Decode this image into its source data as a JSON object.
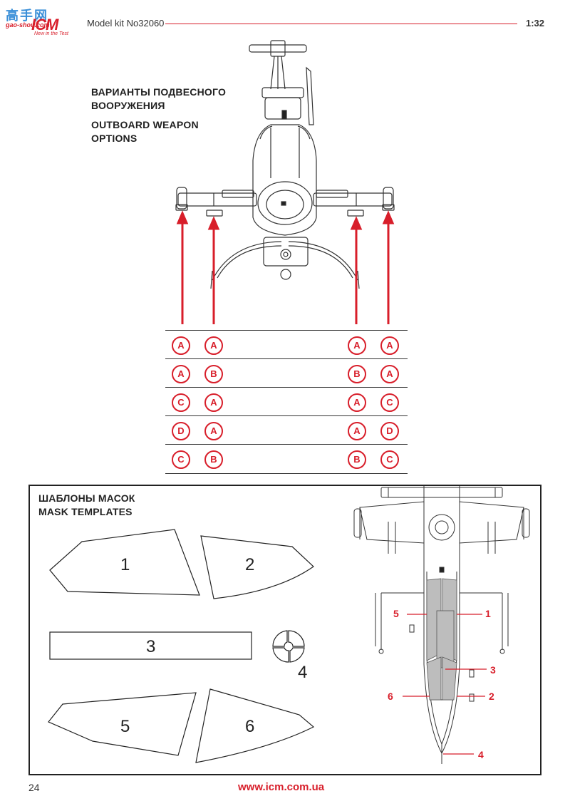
{
  "header": {
    "logo_cn": "高手网",
    "logo_url": "gao-shou.com",
    "logo_brand": "ICM",
    "logo_slogan": "New in the Test",
    "model": "Model kit No32060",
    "scale": "1:32"
  },
  "weapons_section": {
    "title_ru_line1": "ВАРИАНТЫ ПОДВЕСНОГО",
    "title_ru_line2": "ВООРУЖЕНИЯ",
    "title_en_line1": "OUTBOARD WEAPON",
    "title_en_line2": "OPTIONS",
    "rows": [
      [
        "A",
        "A",
        "A",
        "A"
      ],
      [
        "A",
        "B",
        "B",
        "A"
      ],
      [
        "C",
        "A",
        "A",
        "C"
      ],
      [
        "D",
        "A",
        "A",
        "D"
      ],
      [
        "C",
        "B",
        "B",
        "C"
      ]
    ]
  },
  "masks_section": {
    "title_ru": "ШАБЛОНЫ МАСОК",
    "title_en": "MASK TEMPLATES",
    "templates": [
      "1",
      "2",
      "3",
      "4",
      "5",
      "6"
    ],
    "callouts_left": [
      "5",
      "6"
    ],
    "callouts_right": [
      "1",
      "3",
      "2",
      "4"
    ]
  },
  "footer": {
    "page_number": "24",
    "website": "www.icm.com.ua"
  },
  "colors": {
    "accent": "#d81e2a",
    "line": "#222222"
  }
}
